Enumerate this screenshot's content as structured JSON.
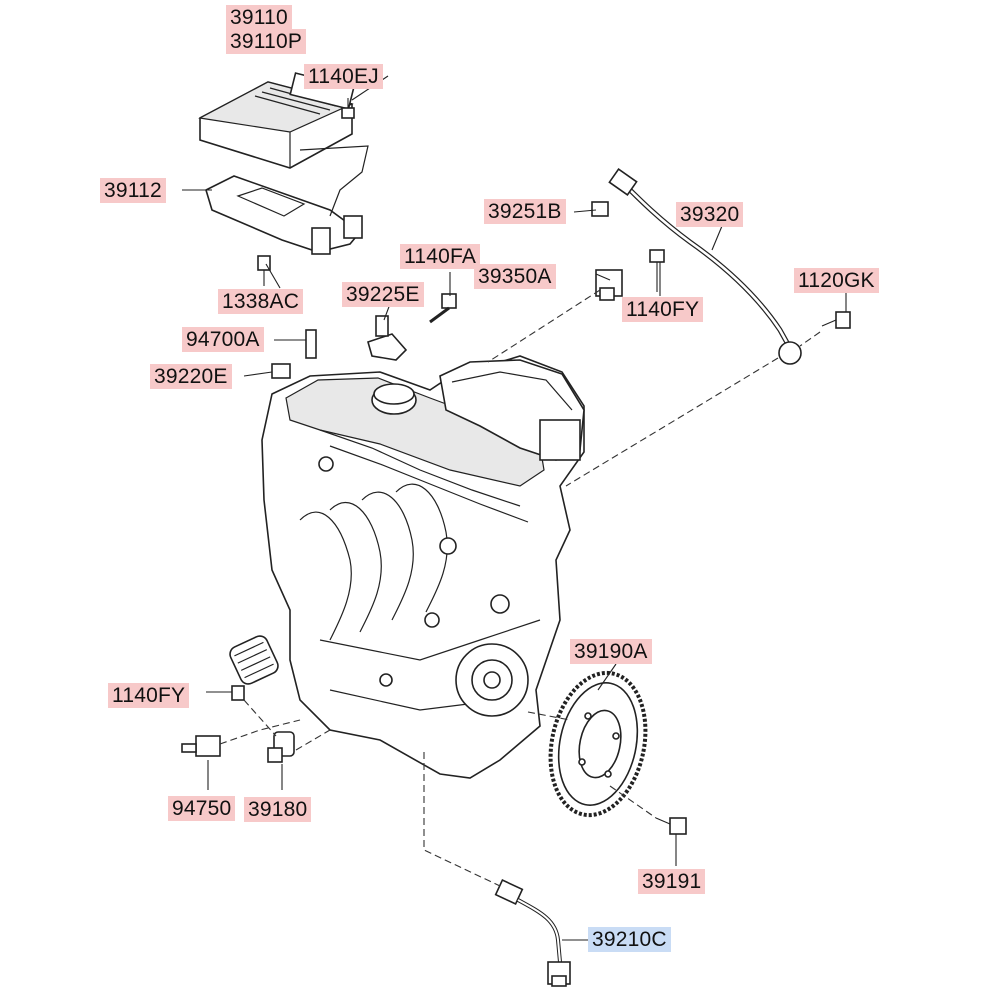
{
  "labels": {
    "l39110": "39110",
    "l39110P": "39110P",
    "l1140EJ": "1140EJ",
    "l39112": "39112",
    "l1338AC": "1338AC",
    "l39251B": "39251B",
    "l39320": "39320",
    "l1140FA": "1140FA",
    "l39350A": "39350A",
    "l39225E": "39225E",
    "l1140FY_top": "1140FY",
    "l1120GK": "1120GK",
    "l94700A": "94700A",
    "l39220E": "39220E",
    "l39190A": "39190A",
    "l1140FY_left": "1140FY",
    "l94750": "94750",
    "l39180": "39180",
    "l39191": "39191",
    "l39210C": "39210C"
  },
  "colors": {
    "label_highlight": "#f7c9c9",
    "selected_highlight": "#c9dcf5"
  }
}
